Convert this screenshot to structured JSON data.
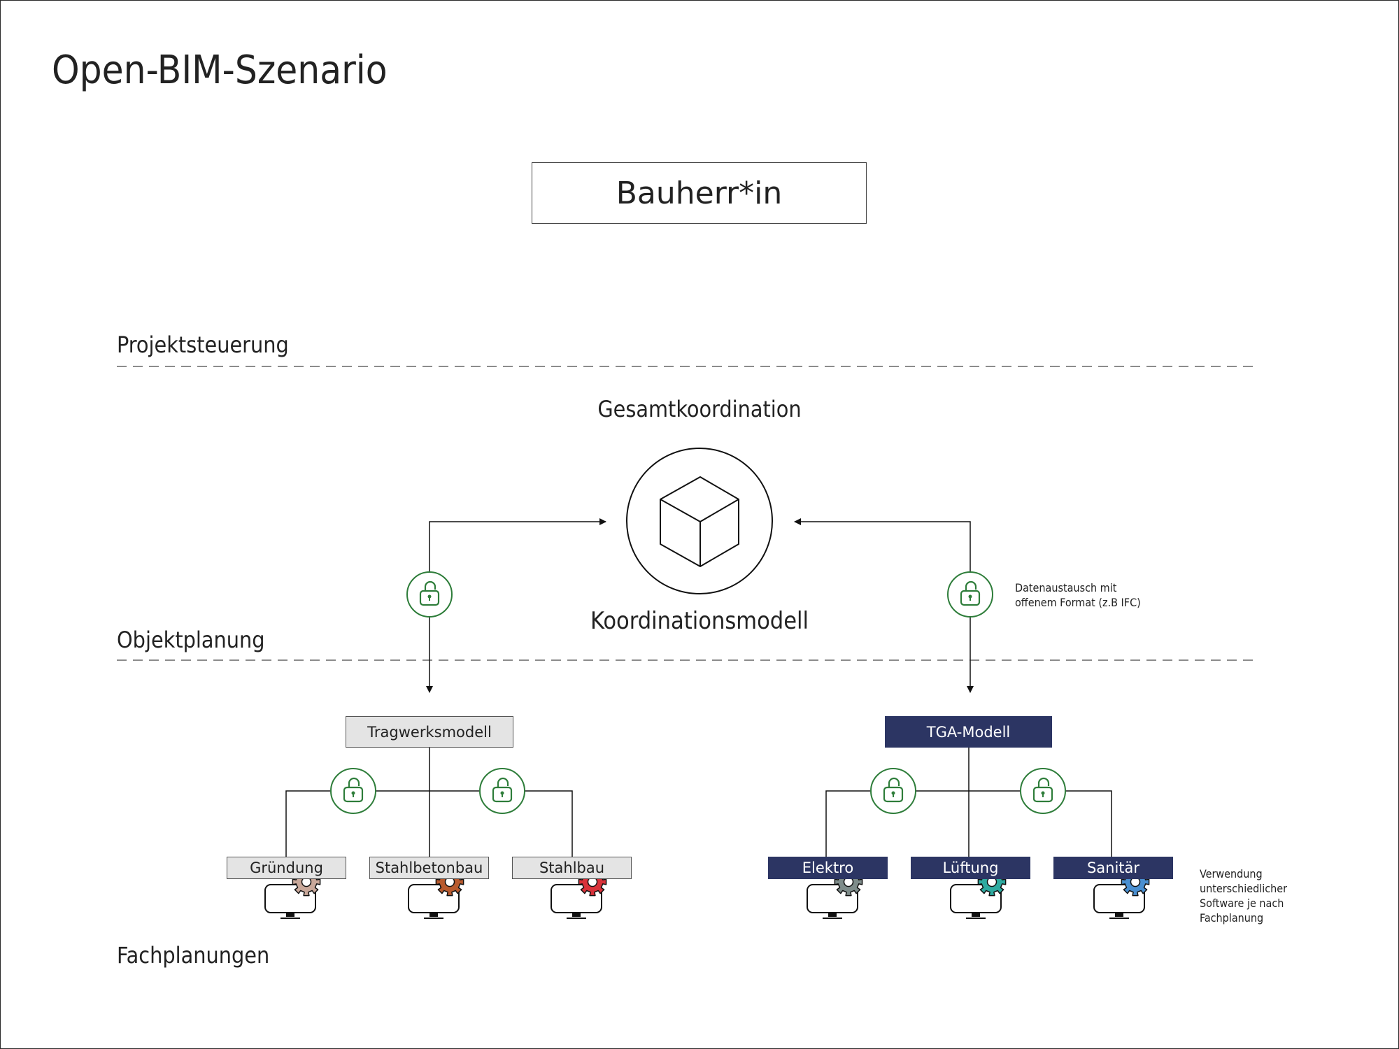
{
  "title": "Open-BIM-Szenario",
  "client_label": "Bauherr*in",
  "levels": {
    "project_control": "Projektsteuerung",
    "object_planning": "Objektplanung",
    "specialist_planning": "Fachplanungen"
  },
  "center": {
    "heading": "Gesamtkoordination",
    "model_label": "Koordinationsmodell",
    "icon": "cube-icon"
  },
  "notes": {
    "data_exchange": "Datenaustausch mit\noffenem Format (z.B IFC)",
    "software": "Verwendung\nunterschiedlicher\nSoftware je nach\nFachplanung"
  },
  "branches": {
    "structural": {
      "label": "Tragwerksmodell",
      "style": "grey",
      "children": [
        {
          "label": "Gründung",
          "gear_color": "#c9a89a"
        },
        {
          "label": "Stahlbetonbau",
          "gear_color": "#b85a2e"
        },
        {
          "label": "Stahlbau",
          "gear_color": "#d8323a"
        }
      ]
    },
    "mep": {
      "label": "TGA-Modell",
      "style": "navy",
      "children": [
        {
          "label": "Elektro",
          "gear_color": "#7e8c8a"
        },
        {
          "label": "Lüftung",
          "gear_color": "#2eaaa0"
        },
        {
          "label": "Sanitär",
          "gear_color": "#4a8fd0"
        }
      ]
    }
  },
  "colors": {
    "lock_green": "#2e7d3a",
    "navy": "#2c3563",
    "grey_box": "#e4e4e4",
    "dash_line": "#666666"
  }
}
